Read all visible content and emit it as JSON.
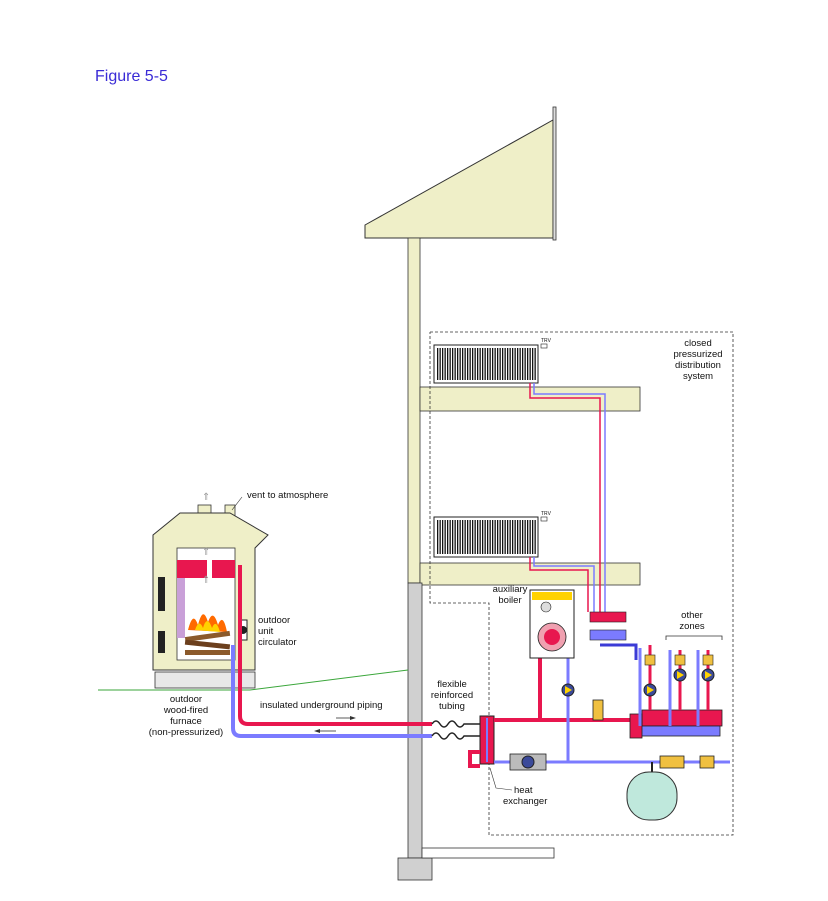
{
  "figure_title": "Figure 5-5",
  "labels": {
    "vent": "vent to atmosphere",
    "circulator": [
      "outdoor",
      "unit",
      "circulator"
    ],
    "furnace": [
      "outdoor",
      "wood-fired",
      "furnace",
      "(non-pressurized)"
    ],
    "piping": "insulated underground piping",
    "tubing": [
      "flexible",
      "reinforced",
      "tubing"
    ],
    "heat_exchanger": [
      "heat",
      "exchanger"
    ],
    "boiler": [
      "auxiliary",
      "boiler"
    ],
    "closed_system": [
      "closed",
      "pressurized",
      "distribution",
      "system"
    ],
    "other_zones": [
      "other",
      "zones"
    ],
    "trv": "TRV"
  },
  "colors": {
    "hot_pipe": "#e8174f",
    "cold_pipe": "#7b7bff",
    "structure_fill": "#efefc8",
    "ground": "#3aa63a",
    "title": "#3a2bd6"
  }
}
